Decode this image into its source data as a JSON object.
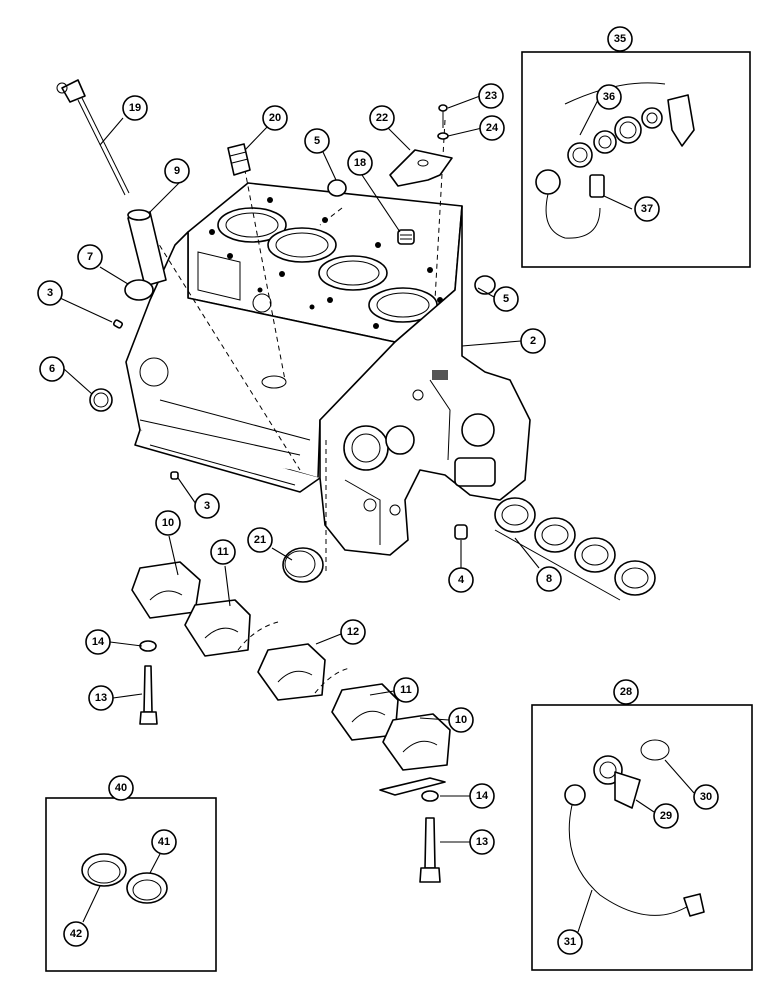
{
  "callouts": {
    "c35": "35",
    "c36": "36",
    "c37": "37",
    "c19": "19",
    "c20": "20",
    "c22": "22",
    "c23": "23",
    "c24": "24",
    "c5a": "5",
    "c18": "18",
    "c9": "9",
    "c7": "7",
    "c3a": "3",
    "c5b": "5",
    "c2": "2",
    "c6": "6",
    "c3b": "3",
    "c10a": "10",
    "c11a": "11",
    "c21": "21",
    "c4": "4",
    "c8": "8",
    "c12": "12",
    "c14a": "14",
    "c13a": "13",
    "c11b": "11",
    "c10b": "10",
    "c28": "28",
    "c30": "30",
    "c29": "29",
    "c14b": "14",
    "c13b": "13",
    "c31": "31",
    "c40": "40",
    "c41": "41",
    "c42": "42"
  }
}
